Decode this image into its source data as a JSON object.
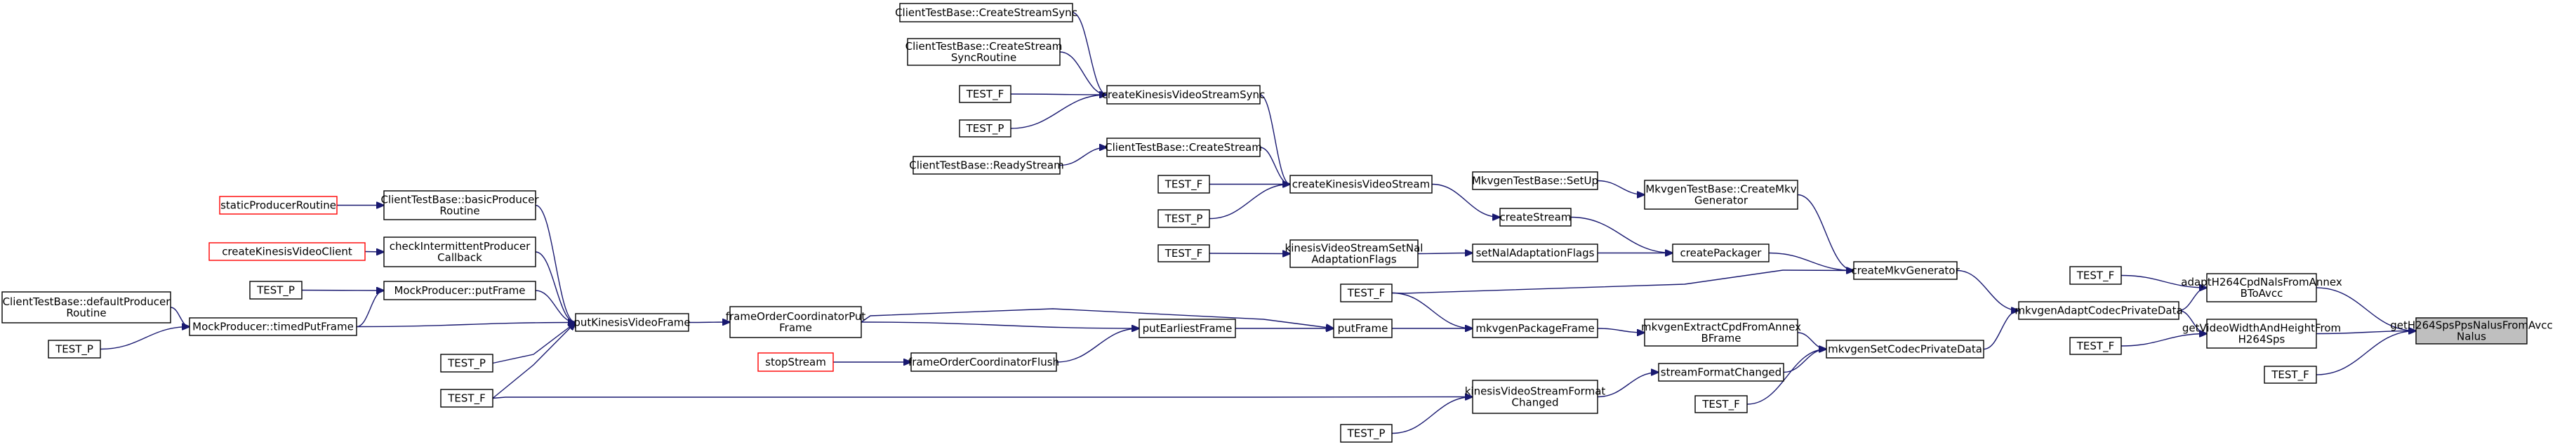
{
  "graph": {
    "title": "",
    "edge_color": "#191970",
    "root_fill": "#bfbfbf",
    "missing_stroke": "#ff0000",
    "nodes": [
      {
        "id": "root",
        "lines": [
          "getH264SpsPpsNalusFromAvcc",
          "Nalus"
        ],
        "style": "root"
      },
      {
        "id": "adaptH264",
        "lines": [
          "adaptH264CpdNalsFromAnnex",
          "BToAvcc"
        ],
        "style": "normal"
      },
      {
        "id": "getVideoWH",
        "lines": [
          "getVideoWidthAndHeightFrom",
          "H264Sps"
        ],
        "style": "normal"
      },
      {
        "id": "testf_root",
        "lines": [
          "TEST_F"
        ],
        "style": "normal"
      },
      {
        "id": "testf_adapt",
        "lines": [
          "TEST_F"
        ],
        "style": "normal"
      },
      {
        "id": "testf_getvideo",
        "lines": [
          "TEST_F"
        ],
        "style": "normal"
      },
      {
        "id": "adaptCodec",
        "lines": [
          "mkvgenAdaptCodecPrivateData"
        ],
        "style": "normal"
      },
      {
        "id": "setCodec",
        "lines": [
          "mkvgenSetCodecPrivateData"
        ],
        "style": "normal"
      },
      {
        "id": "createMkvGen",
        "lines": [
          "createMkvGenerator"
        ],
        "style": "normal"
      },
      {
        "id": "mkvExtract",
        "lines": [
          "mkvgenExtractCpdFromAnnex",
          "BFrame"
        ],
        "style": "normal"
      },
      {
        "id": "streamFmtChanged",
        "lines": [
          "streamFormatChanged"
        ],
        "style": "normal"
      },
      {
        "id": "testf_setcodec",
        "lines": [
          "TEST_F"
        ],
        "style": "normal"
      },
      {
        "id": "mkvPkgFrame",
        "lines": [
          "mkvgenPackageFrame"
        ],
        "style": "normal"
      },
      {
        "id": "kvsFmtChanged",
        "lines": [
          "kinesisVideoStreamFormat",
          "Changed"
        ],
        "style": "normal"
      },
      {
        "id": "mkvTestCreate",
        "lines": [
          "MkvgenTestBase::CreateMkv",
          "Generator"
        ],
        "style": "normal"
      },
      {
        "id": "mkvTestSetUp",
        "lines": [
          "MkvgenTestBase::SetUp"
        ],
        "style": "normal"
      },
      {
        "id": "createPackager",
        "lines": [
          "createPackager"
        ],
        "style": "normal"
      },
      {
        "id": "createStream",
        "lines": [
          "createStream"
        ],
        "style": "normal"
      },
      {
        "id": "setNalAdapt",
        "lines": [
          "setNalAdaptationFlags"
        ],
        "style": "normal"
      },
      {
        "id": "kvsSetNal",
        "lines": [
          "kinesisVideoStreamSetNal",
          "AdaptationFlags"
        ],
        "style": "normal"
      },
      {
        "id": "testf_setnal",
        "lines": [
          "TEST_F"
        ],
        "style": "normal"
      },
      {
        "id": "createKVS",
        "lines": [
          "createKinesisVideoStream"
        ],
        "style": "normal"
      },
      {
        "id": "testf_ckvs",
        "lines": [
          "TEST_F"
        ],
        "style": "normal"
      },
      {
        "id": "testp_ckvs",
        "lines": [
          "TEST_P"
        ],
        "style": "normal"
      },
      {
        "id": "ctbCreateStream",
        "lines": [
          "ClientTestBase::CreateStream"
        ],
        "style": "normal"
      },
      {
        "id": "ctbReadyStream",
        "lines": [
          "ClientTestBase::ReadyStream"
        ],
        "style": "normal"
      },
      {
        "id": "createKVSSync",
        "lines": [
          "createKinesisVideoStreamSync"
        ],
        "style": "normal"
      },
      {
        "id": "ctbCreateStreamSync",
        "lines": [
          "ClientTestBase::CreateStreamSync"
        ],
        "style": "normal"
      },
      {
        "id": "ctbCreateStreamSyncRoutine",
        "lines": [
          "ClientTestBase::CreateStream",
          "SyncRoutine"
        ],
        "style": "normal"
      },
      {
        "id": "testf_sync",
        "lines": [
          "TEST_F"
        ],
        "style": "normal"
      },
      {
        "id": "testp_sync",
        "lines": [
          "TEST_P"
        ],
        "style": "normal"
      },
      {
        "id": "testf_pkg",
        "lines": [
          "TEST_F"
        ],
        "style": "normal"
      },
      {
        "id": "putFrame",
        "lines": [
          "putFrame"
        ],
        "style": "normal"
      },
      {
        "id": "testp_kvsfmt",
        "lines": [
          "TEST_P"
        ],
        "style": "normal"
      },
      {
        "id": "putEarliestFrame",
        "lines": [
          "putEarliestFrame"
        ],
        "style": "normal"
      },
      {
        "id": "frameOrderPut",
        "lines": [
          "frameOrderCoordinatorPut",
          "Frame"
        ],
        "style": "normal"
      },
      {
        "id": "frameOrderFlush",
        "lines": [
          "frameOrderCoordinatorFlush"
        ],
        "style": "normal"
      },
      {
        "id": "stopStream",
        "lines": [
          "stopStream"
        ],
        "style": "red"
      },
      {
        "id": "putKVFrame",
        "lines": [
          "putKinesisVideoFrame"
        ],
        "style": "normal"
      },
      {
        "id": "ctbBasicProducer",
        "lines": [
          "ClientTestBase::basicProducer",
          "Routine"
        ],
        "style": "normal"
      },
      {
        "id": "staticProducer",
        "lines": [
          "staticProducerRoutine"
        ],
        "style": "red"
      },
      {
        "id": "checkIntermittent",
        "lines": [
          "checkIntermittentProducer",
          "Callback"
        ],
        "style": "normal"
      },
      {
        "id": "createKVClient",
        "lines": [
          "createKinesisVideoClient"
        ],
        "style": "red"
      },
      {
        "id": "mockPutFrame",
        "lines": [
          "MockProducer::putFrame"
        ],
        "style": "normal"
      },
      {
        "id": "testp_mock",
        "lines": [
          "TEST_P"
        ],
        "style": "normal"
      },
      {
        "id": "mockTimedPut",
        "lines": [
          "MockProducer::timedPutFrame"
        ],
        "style": "normal"
      },
      {
        "id": "ctbDefaultProducer",
        "lines": [
          "ClientTestBase::defaultProducer",
          "Routine"
        ],
        "style": "normal"
      },
      {
        "id": "testp_timed",
        "lines": [
          "TEST_P"
        ],
        "style": "normal"
      },
      {
        "id": "testp_putkvf",
        "lines": [
          "TEST_P"
        ],
        "style": "normal"
      },
      {
        "id": "testf_putkvf",
        "lines": [
          "TEST_F"
        ],
        "style": "normal"
      }
    ],
    "edges": [
      {
        "from": "root",
        "to": "adaptH264"
      },
      {
        "from": "root",
        "to": "getVideoWH"
      },
      {
        "from": "root",
        "to": "testf_root"
      },
      {
        "from": "adaptH264",
        "to": "adaptCodec"
      },
      {
        "from": "adaptH264",
        "to": "testf_adapt"
      },
      {
        "from": "getVideoWH",
        "to": "adaptCodec"
      },
      {
        "from": "getVideoWH",
        "to": "testf_getvideo"
      },
      {
        "from": "adaptCodec",
        "to": "createMkvGen"
      },
      {
        "from": "adaptCodec",
        "to": "setCodec"
      },
      {
        "from": "setCodec",
        "to": "mkvExtract"
      },
      {
        "from": "setCodec",
        "to": "streamFmtChanged"
      },
      {
        "from": "setCodec",
        "to": "testf_setcodec"
      },
      {
        "from": "createMkvGen",
        "to": "mkvTestCreate"
      },
      {
        "from": "createMkvGen",
        "to": "createPackager"
      },
      {
        "from": "createMkvGen",
        "to": "testf_pkg"
      },
      {
        "from": "mkvExtract",
        "to": "mkvPkgFrame"
      },
      {
        "from": "streamFmtChanged",
        "to": "kvsFmtChanged"
      },
      {
        "from": "mkvTestCreate",
        "to": "mkvTestSetUp"
      },
      {
        "from": "createPackager",
        "to": "createStream"
      },
      {
        "from": "createPackager",
        "to": "setNalAdapt"
      },
      {
        "from": "setNalAdapt",
        "to": "kvsSetNal"
      },
      {
        "from": "kvsSetNal",
        "to": "testf_setnal"
      },
      {
        "from": "createStream",
        "to": "createKVS"
      },
      {
        "from": "createKVS",
        "to": "ctbCreateStream"
      },
      {
        "from": "createKVS",
        "to": "createKVSSync"
      },
      {
        "from": "createKVS",
        "to": "testf_ckvs"
      },
      {
        "from": "createKVS",
        "to": "testp_ckvs"
      },
      {
        "from": "ctbCreateStream",
        "to": "ctbReadyStream"
      },
      {
        "from": "createKVSSync",
        "to": "ctbCreateStreamSync"
      },
      {
        "from": "createKVSSync",
        "to": "ctbCreateStreamSyncRoutine"
      },
      {
        "from": "createKVSSync",
        "to": "testf_sync"
      },
      {
        "from": "createKVSSync",
        "to": "testp_sync"
      },
      {
        "from": "mkvPkgFrame",
        "to": "testf_pkg"
      },
      {
        "from": "mkvPkgFrame",
        "to": "putFrame"
      },
      {
        "from": "kvsFmtChanged",
        "to": "testf_putkvf"
      },
      {
        "from": "kvsFmtChanged",
        "to": "testp_kvsfmt"
      },
      {
        "from": "putFrame",
        "to": "putEarliestFrame"
      },
      {
        "from": "putFrame",
        "to": "frameOrderPut"
      },
      {
        "from": "putEarliestFrame",
        "to": "frameOrderPut"
      },
      {
        "from": "putEarliestFrame",
        "to": "frameOrderFlush"
      },
      {
        "from": "frameOrderFlush",
        "to": "stopStream"
      },
      {
        "from": "frameOrderPut",
        "to": "putKVFrame"
      },
      {
        "from": "putKVFrame",
        "to": "ctbBasicProducer"
      },
      {
        "from": "putKVFrame",
        "to": "checkIntermittent"
      },
      {
        "from": "putKVFrame",
        "to": "mockPutFrame"
      },
      {
        "from": "putKVFrame",
        "to": "mockTimedPut"
      },
      {
        "from": "putKVFrame",
        "to": "testp_putkvf"
      },
      {
        "from": "putKVFrame",
        "to": "testf_putkvf"
      },
      {
        "from": "ctbBasicProducer",
        "to": "staticProducer"
      },
      {
        "from": "checkIntermittent",
        "to": "createKVClient"
      },
      {
        "from": "mockPutFrame",
        "to": "testp_mock"
      },
      {
        "from": "mockPutFrame",
        "to": "mockTimedPut"
      },
      {
        "from": "mockTimedPut",
        "to": "ctbDefaultProducer"
      },
      {
        "from": "mockTimedPut",
        "to": "testp_timed"
      }
    ]
  }
}
